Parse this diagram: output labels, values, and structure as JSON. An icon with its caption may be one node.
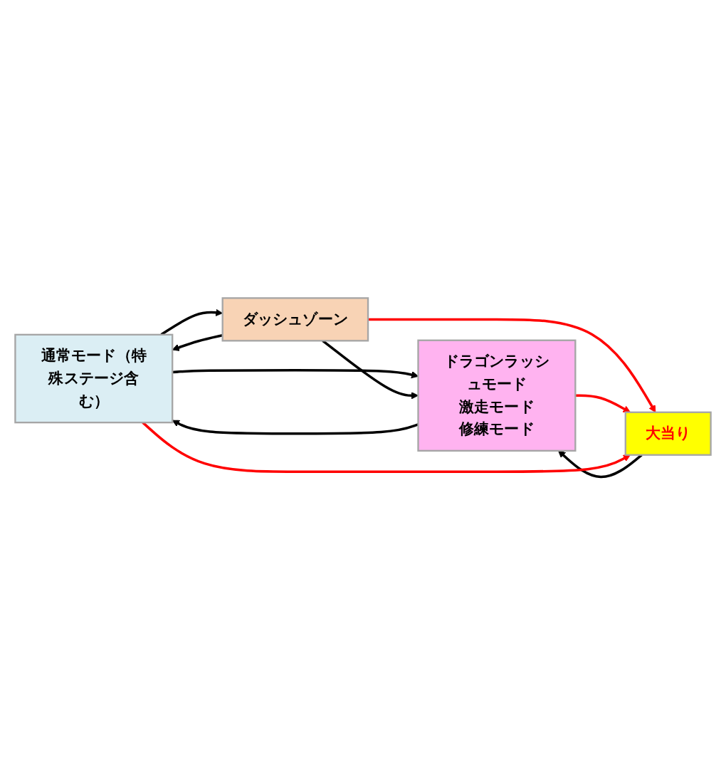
{
  "diagram": {
    "nodes": [
      {
        "text": [
          "通常モード（特殊ステージ含む）"
        ]
      },
      {
        "text": [
          "ダッシュゾーン"
        ]
      },
      {
        "text": [
          "大当り"
        ]
      },
      {
        "text": [
          "ドラゴンラッシュモード",
          "激走モード",
          "修練モード"
        ]
      }
    ],
    "edges": [
      {
        "from": 0,
        "to": 3,
        "arrow": "to"
      },
      {
        "from": 1,
        "to": 3,
        "arrow": "to"
      },
      {
        "from": 0,
        "to": 1,
        "arrow": "to"
      },
      {
        "from": 1,
        "to": 2,
        "arrow": "to",
        "color": "#ff0000"
      },
      {
        "from": 3,
        "to": 2,
        "arrow": "to",
        "color": "#ff0000"
      },
      {
        "from": 1,
        "to": 0,
        "arrow": "to"
      },
      {
        "from": 2,
        "to": 3,
        "arrow": "to"
      },
      {
        "from": 0,
        "to": 2,
        "arrow": "to",
        "color": "#ff0000"
      },
      {
        "from": 3,
        "to": 0,
        "arrow": "to"
      }
    ]
  }
}
